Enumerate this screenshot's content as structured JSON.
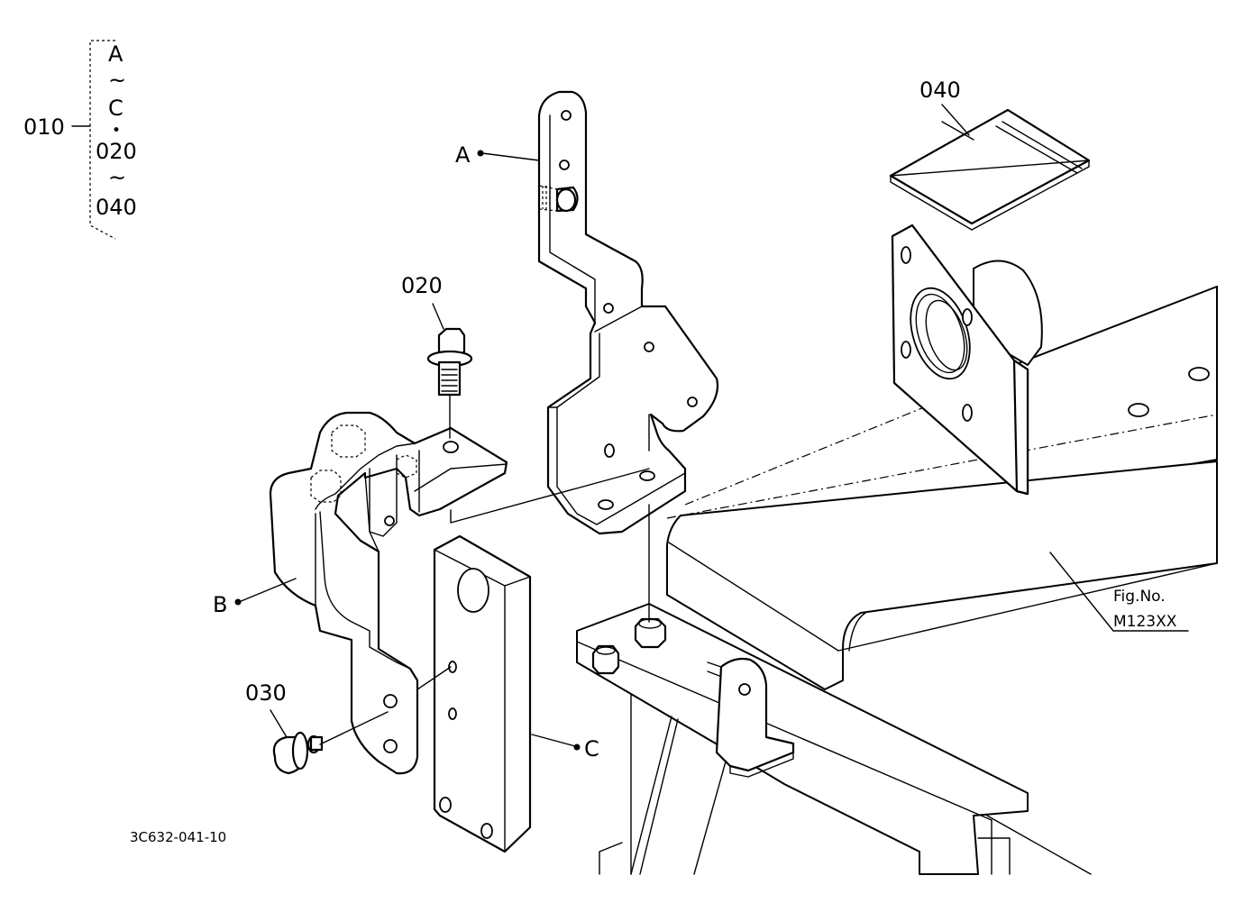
{
  "labels": {
    "assembly": "010",
    "range_start": "A",
    "range_sep1": "~",
    "range_mid": "C",
    "range_dot": "•",
    "range_mid2": "020",
    "range_sep2": "~",
    "range_end": "040",
    "part_a": "A",
    "part_b": "B",
    "part_c": "C",
    "part_020": "020",
    "part_030": "030",
    "part_040": "040",
    "fig_no": "Fig.No.",
    "fig_ref": "M123XX",
    "drawing_id": "3C632-041-10"
  }
}
